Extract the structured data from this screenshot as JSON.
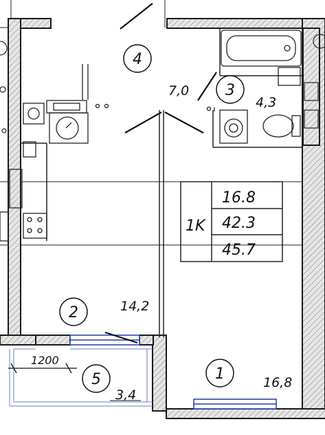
{
  "rooms": [
    {
      "number": "1",
      "area": "16,8"
    },
    {
      "number": "2",
      "area": "14,2"
    },
    {
      "number": "3",
      "area": "4,3"
    },
    {
      "number": "4",
      "area": "7,0"
    },
    {
      "number": "5",
      "area": "3,4"
    }
  ],
  "table": {
    "type": "1K",
    "living_area": "16.8",
    "total_area": "42.3",
    "total_with_balcony": "45.7"
  },
  "dimension": "1200",
  "colors": {
    "wall": "#1a1a1a",
    "hatch": "#bfbfbf",
    "window": "#1f3fb0",
    "line": "#222222"
  }
}
